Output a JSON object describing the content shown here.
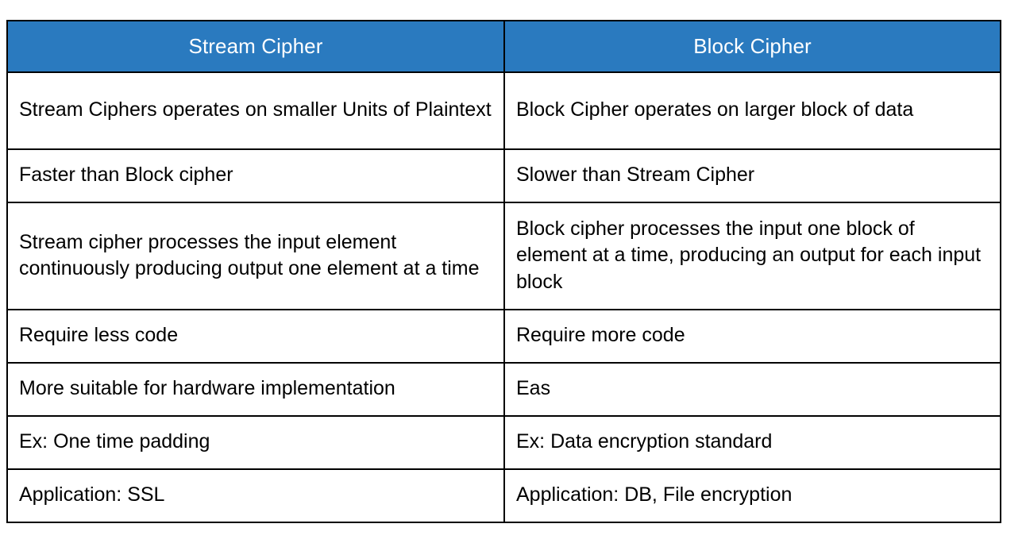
{
  "document": {
    "type": "comparison-table",
    "title_visible": false
  },
  "colors": {
    "header_background": "#2a7abf",
    "header_text": "#ffffff",
    "border": "#000000",
    "cell_background": "#ffffff",
    "cell_text": "#000000"
  },
  "table": {
    "headers": [
      "Stream Cipher",
      "Block Cipher"
    ],
    "rows": [
      {
        "left": "Stream Ciphers operates on smaller Units of Plaintext",
        "right": "Block Cipher operates on larger block of data",
        "size": "tall"
      },
      {
        "left": "Faster than Block cipher",
        "right": "Slower than Stream Cipher",
        "size": "short"
      },
      {
        "left": "Stream cipher processes the input element continuously producing output one element at a time",
        "right": "Block cipher processes the input one block of element at a time, producing an output for each input block",
        "size": "xtall"
      },
      {
        "left": "Require less code",
        "right": "Require more code",
        "size": "short"
      },
      {
        "left": "More suitable for hardware implementation",
        "right": "Eas",
        "size": "short"
      },
      {
        "left": "Ex: One time padding",
        "right": "Ex: Data encryption standard",
        "size": "short"
      },
      {
        "left": "Application: SSL",
        "right": "Application: DB, File encryption",
        "size": "short"
      }
    ]
  }
}
